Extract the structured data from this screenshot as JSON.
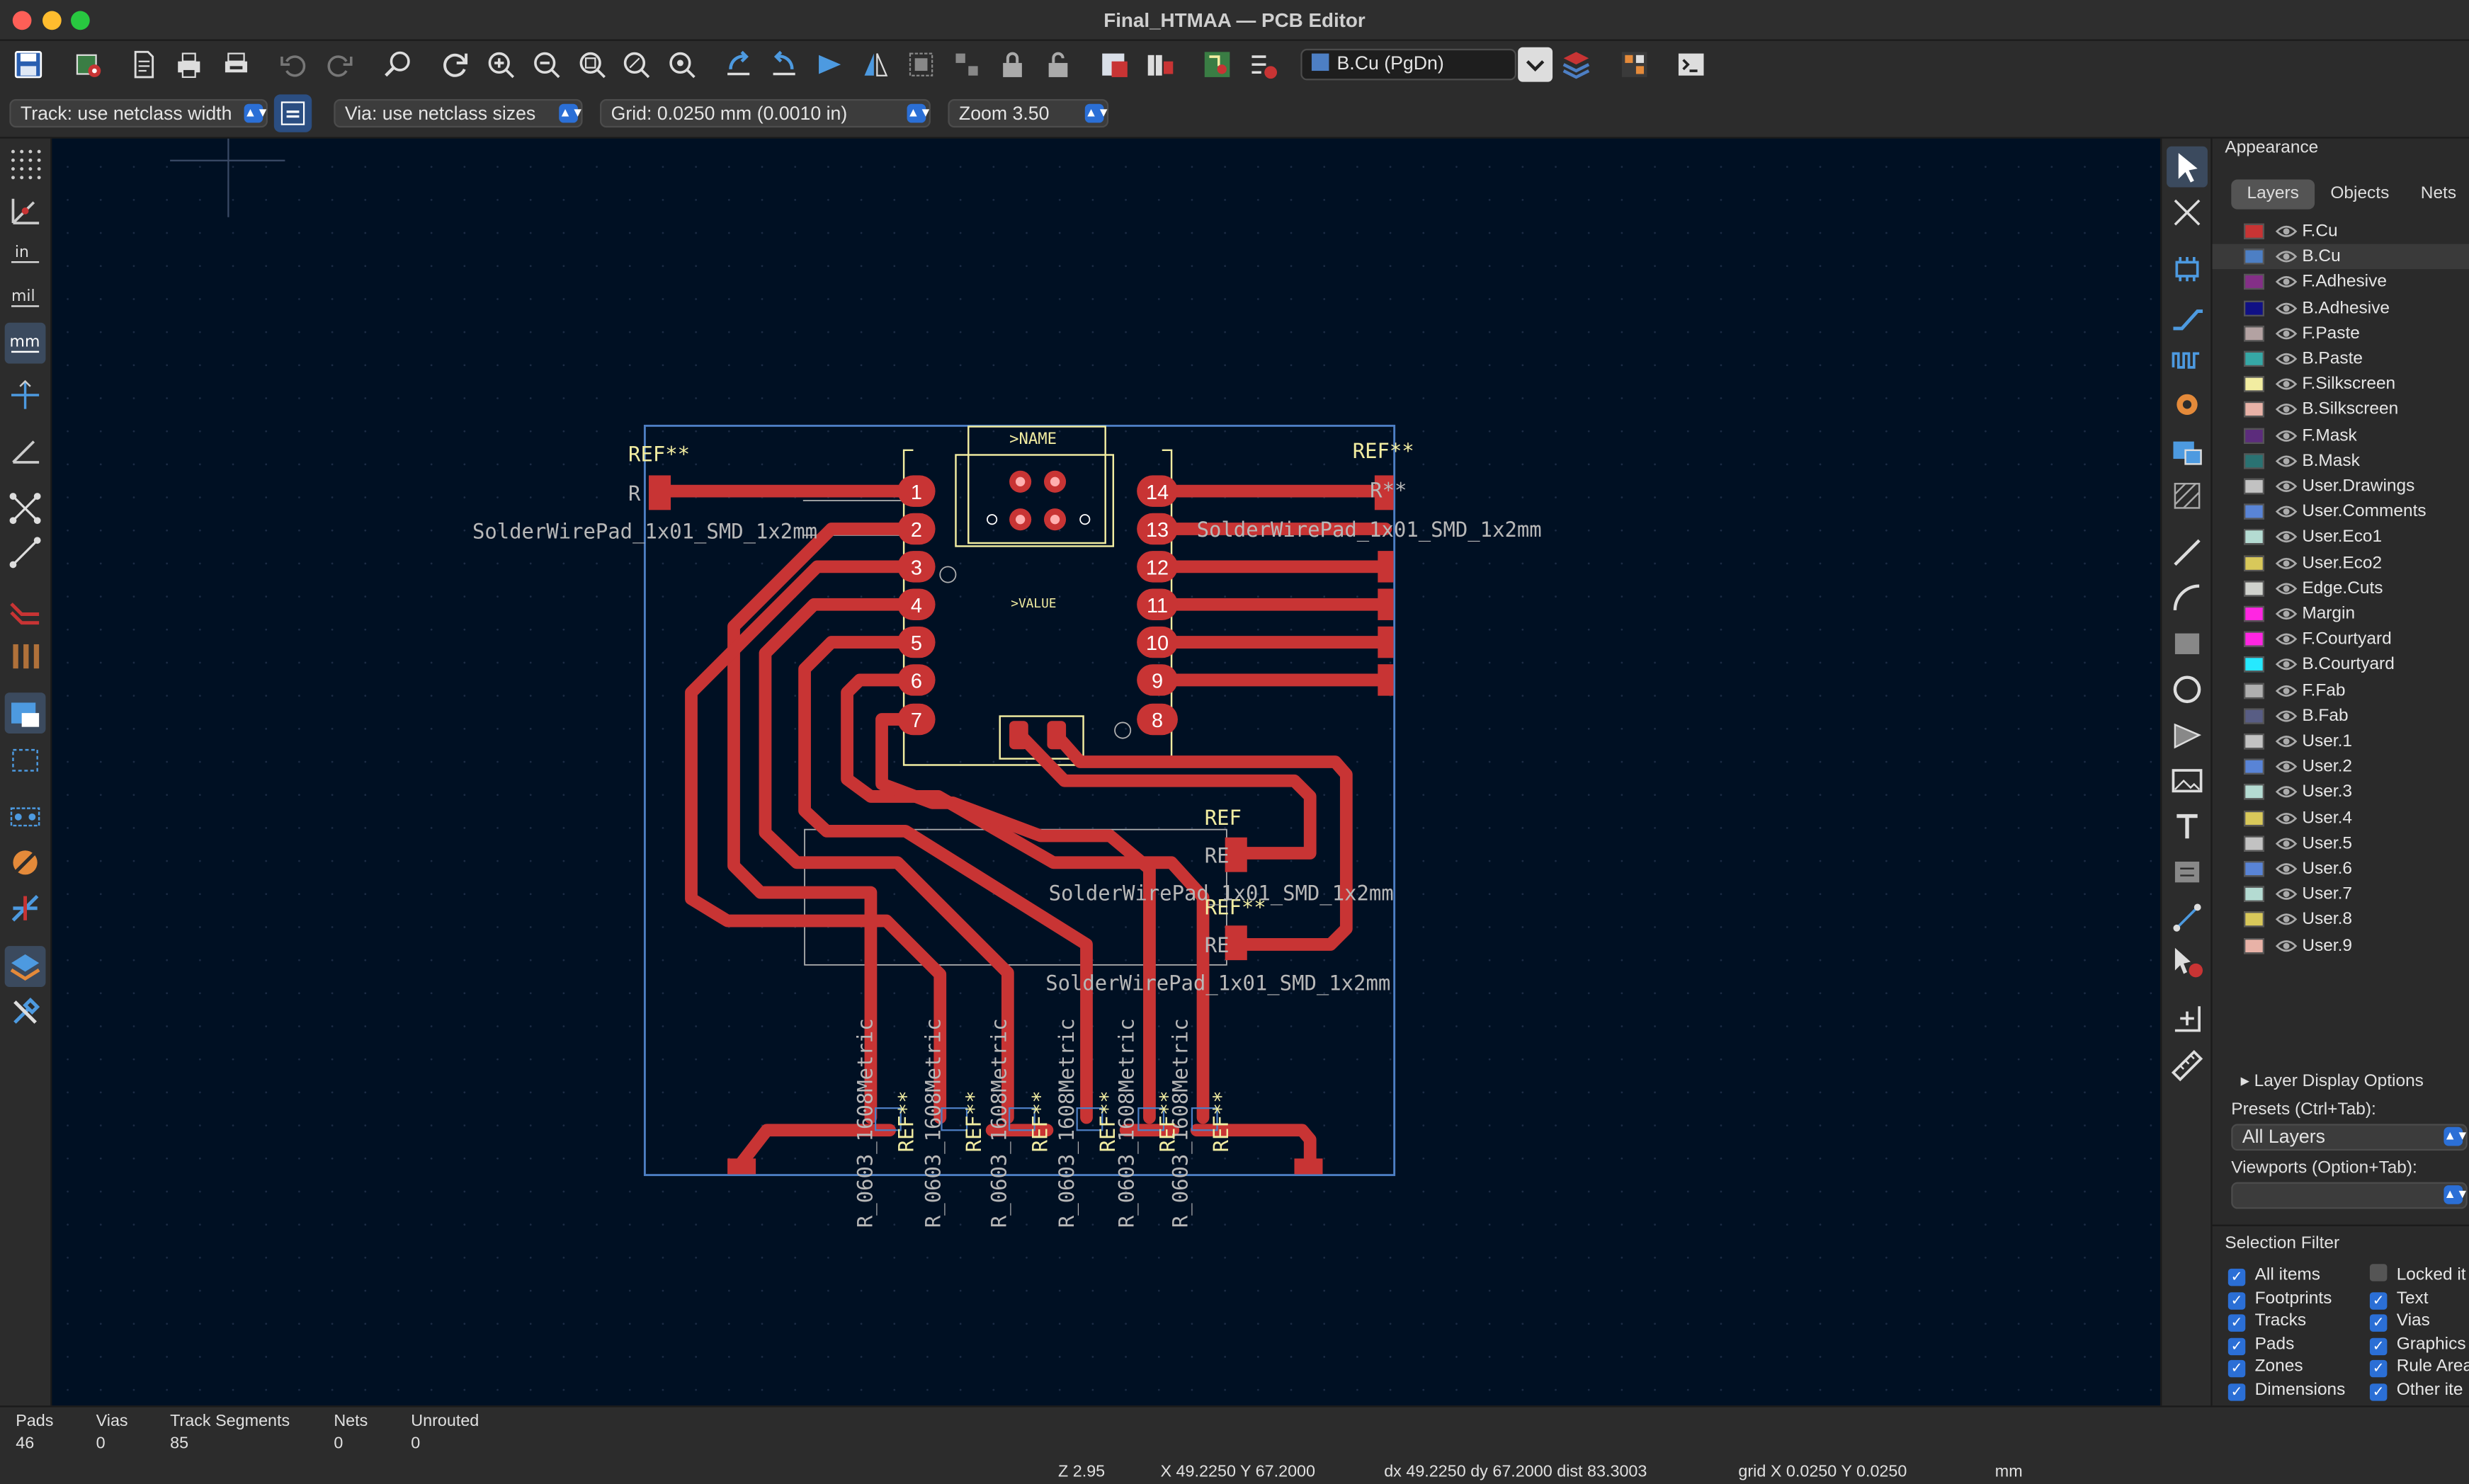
{
  "window": {
    "title": "Final_HTMAA — PCB Editor"
  },
  "toolbar2": {
    "track_width": "Track: use netclass width",
    "via_size": "Via: use netclass sizes",
    "grid": "Grid: 0.0250 mm (0.0010 in)",
    "zoom": "Zoom 3.50"
  },
  "layer_select": {
    "value": "B.Cu (PgDn)",
    "color": "#4d7fc4"
  },
  "canvas": {
    "pin_labels_left": [
      "1",
      "2",
      "3",
      "4",
      "5",
      "6",
      "7"
    ],
    "pin_labels_right": [
      "14",
      "13",
      "12",
      "11",
      "10",
      "9",
      "8"
    ],
    "name_label": ">NAME",
    "value_label": ">VALUE",
    "ref": "REF**",
    "ref_partial_top": "R",
    "ref_partial_top_right": "R**",
    "ref_partial_mid": "RE",
    "ref_frag_mid": "REF",
    "ref_partial_mid2": "RE",
    "solder_left": "SolderWirePad_1x01_SMD_1x2mm",
    "solder_right": "SolderWirePad_1x01_SMD_1x2mm",
    "solder_mid1": "SolderWirePad_1x01_SMD_1x2mm",
    "solder_mid2": "SolderWirePad_1x01_SMD_1x2mm",
    "res_labels": [
      "R_0603_1608Metric",
      "R_0603_1608Metric",
      "R_0603_1608Metric",
      "R_0603_1608Metric",
      "R_0603_1608Metric",
      "R_0603_1608Metric"
    ],
    "track_color": "#c83434",
    "edge_color": "#4d7fc4",
    "silk_color": "#f2eda1"
  },
  "appearance": {
    "title": "Appearance",
    "tabs": [
      "Layers",
      "Objects",
      "Nets"
    ],
    "layers": [
      {
        "name": "F.Cu",
        "color": "#c83434"
      },
      {
        "name": "B.Cu",
        "color": "#4d7fc4"
      },
      {
        "name": "F.Adhesive",
        "color": "#842f87"
      },
      {
        "name": "B.Adhesive",
        "color": "#101085"
      },
      {
        "name": "F.Paste",
        "color": "#b3a2a2"
      },
      {
        "name": "B.Paste",
        "color": "#36a8a6"
      },
      {
        "name": "F.Silkscreen",
        "color": "#f2eda1"
      },
      {
        "name": "B.Silkscreen",
        "color": "#e8b2a7"
      },
      {
        "name": "F.Mask",
        "color": "#5c2c7c"
      },
      {
        "name": "B.Mask",
        "color": "#2a7272"
      },
      {
        "name": "User.Drawings",
        "color": "#c2c2c2"
      },
      {
        "name": "User.Comments",
        "color": "#5984d6"
      },
      {
        "name": "User.Eco1",
        "color": "#b4dbd2"
      },
      {
        "name": "User.Eco2",
        "color": "#d8c85a"
      },
      {
        "name": "Edge.Cuts",
        "color": "#d0d2cd"
      },
      {
        "name": "Margin",
        "color": "#ff26e2"
      },
      {
        "name": "F.Courtyard",
        "color": "#ff26e2"
      },
      {
        "name": "B.Courtyard",
        "color": "#26e9ff"
      },
      {
        "name": "F.Fab",
        "color": "#afafaf"
      },
      {
        "name": "B.Fab",
        "color": "#585d84"
      },
      {
        "name": "User.1",
        "color": "#c2c2c2"
      },
      {
        "name": "User.2",
        "color": "#5984d6"
      },
      {
        "name": "User.3",
        "color": "#b4dbd2"
      },
      {
        "name": "User.4",
        "color": "#d8c85a"
      },
      {
        "name": "User.5",
        "color": "#c2c2c2"
      },
      {
        "name": "User.6",
        "color": "#5984d6"
      },
      {
        "name": "User.7",
        "color": "#b4dbd2"
      },
      {
        "name": "User.8",
        "color": "#d8c85a"
      },
      {
        "name": "User.9",
        "color": "#e8b2a7"
      }
    ],
    "layer_display_options": "Layer Display Options",
    "presets_label": "Presets (Ctrl+Tab):",
    "presets_value": "All Layers",
    "viewports_label": "Viewports (Option+Tab):"
  },
  "selection_filter": {
    "title": "Selection Filter",
    "left": [
      {
        "label": "All items",
        "checked": true
      },
      {
        "label": "Footprints",
        "checked": true
      },
      {
        "label": "Tracks",
        "checked": true
      },
      {
        "label": "Pads",
        "checked": true
      },
      {
        "label": "Zones",
        "checked": true
      },
      {
        "label": "Dimensions",
        "checked": true
      }
    ],
    "right": [
      {
        "label": "Locked it",
        "checked": false
      },
      {
        "label": "Text",
        "checked": true
      },
      {
        "label": "Vias",
        "checked": true
      },
      {
        "label": "Graphics",
        "checked": true
      },
      {
        "label": "Rule Area",
        "checked": true
      },
      {
        "label": "Other ite",
        "checked": true
      }
    ]
  },
  "status": {
    "pads_label": "Pads",
    "pads": "46",
    "vias_label": "Vias",
    "vias": "0",
    "tracks_label": "Track Segments",
    "tracks": "85",
    "nets_label": "Nets",
    "nets": "0",
    "unrouted_label": "Unrouted",
    "unrouted": "0",
    "zoom_readout": "Z 2.95",
    "xy_readout": "X 49.2250  Y 67.2000",
    "delta_readout": "dx 49.2250  dy 67.2000  dist 83.3003",
    "grid_readout": "grid X 0.0250  Y 0.0250",
    "units": "mm"
  }
}
